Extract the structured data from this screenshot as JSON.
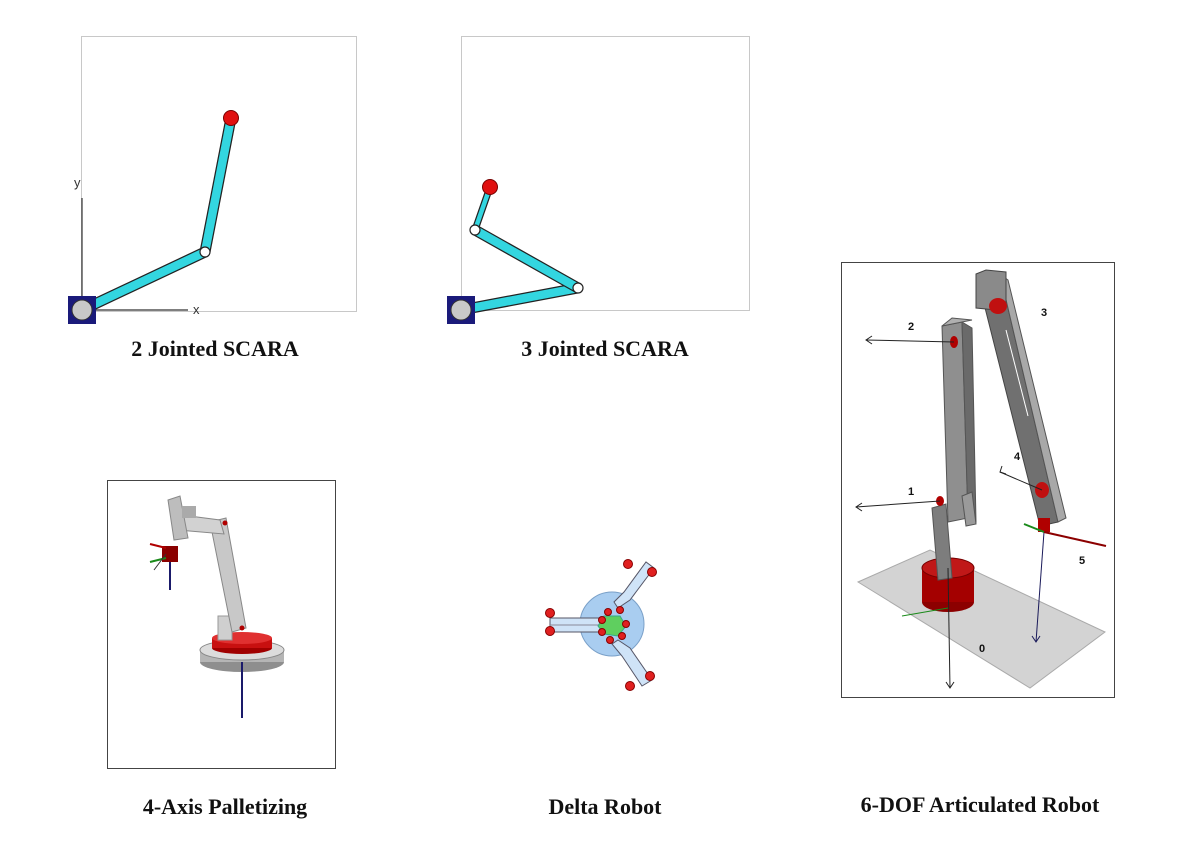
{
  "figures": [
    {
      "id": "scara2",
      "caption": "2 Jointed SCARA",
      "axis_x": "x",
      "axis_y": "y"
    },
    {
      "id": "scara3",
      "caption": "3 Jointed SCARA"
    },
    {
      "id": "articulated",
      "caption": "6-DOF Articulated Robot",
      "joint_labels": [
        "0",
        "1",
        "2",
        "3",
        "4",
        "5"
      ]
    },
    {
      "id": "palletizing",
      "caption": "4-Axis Palletizing"
    },
    {
      "id": "delta",
      "caption": "Delta Robot"
    }
  ],
  "colors": {
    "link": "#33d6e0",
    "end_effector": "#e01010",
    "base_square": "#1a1a7a",
    "base_disc": "#c8c8c8",
    "robot_body": "#8a8a8a",
    "joint_red": "#b00000",
    "delta_hub": "#a9cdf0",
    "delta_center": "#5fcf5f"
  }
}
